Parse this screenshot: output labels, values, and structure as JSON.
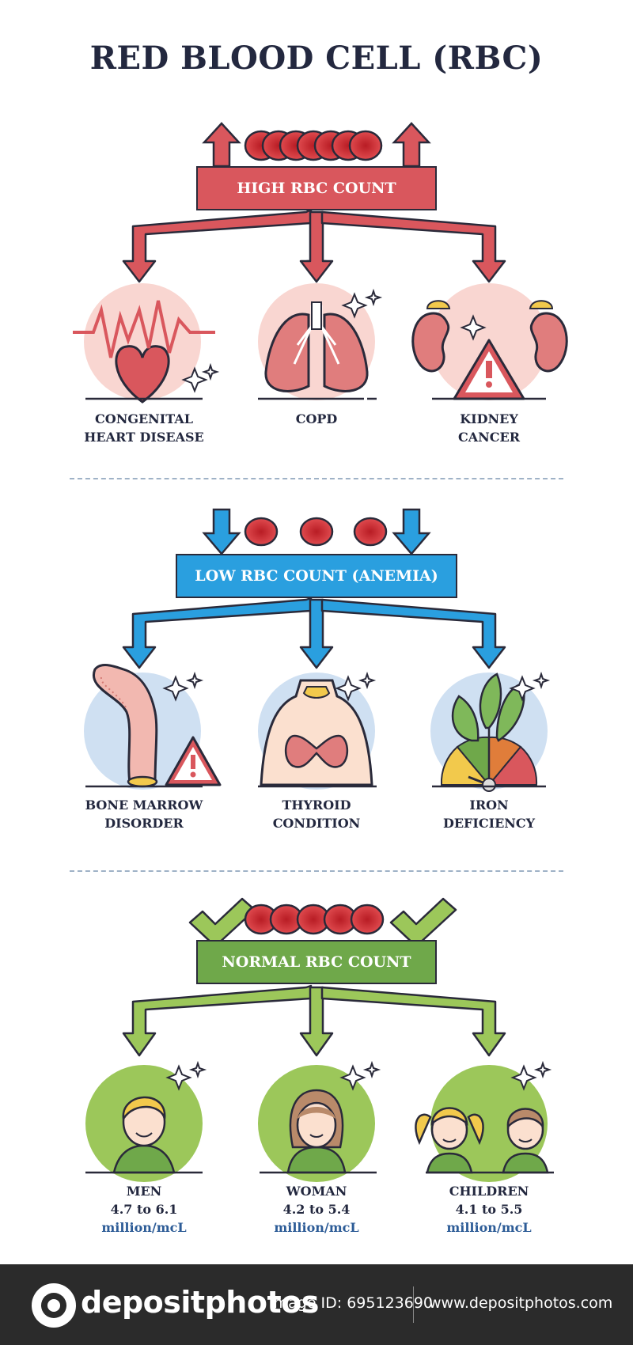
{
  "title": "RED BLOOD CELL (RBC)",
  "colors": {
    "high": "#d9575d",
    "low": "#2a9fdf",
    "normal": "#6fa84a",
    "text": "#23283f",
    "unit": "#2d5c97"
  },
  "high": {
    "banner": "HIGH RBC COUNT",
    "items": [
      {
        "line1": "CONGENITAL",
        "line2": "HEART DISEASE",
        "icon": "heart-icon"
      },
      {
        "line1": "COPD",
        "line2": "",
        "icon": "lungs-icon"
      },
      {
        "line1": "KIDNEY",
        "line2": "CANCER",
        "icon": "kidney-icon"
      }
    ]
  },
  "low": {
    "banner": "LOW RBC COUNT (ANEMIA)",
    "items": [
      {
        "line1": "BONE MARROW",
        "line2": "DISORDER",
        "icon": "bone-icon"
      },
      {
        "line1": "THYROID",
        "line2": "CONDITION",
        "icon": "thyroid-icon"
      },
      {
        "line1": "IRON",
        "line2": "DEFICIENCY",
        "icon": "spinach-gauge-icon"
      }
    ]
  },
  "normal": {
    "banner": "NORMAL RBC COUNT",
    "items": [
      {
        "line1": "MEN",
        "value": "4.7 to 6.1",
        "unit": "million/mcL",
        "icon": "man-icon"
      },
      {
        "line1": "WOMAN",
        "value": "4.2 to 5.4",
        "unit": "million/mcL",
        "icon": "woman-icon"
      },
      {
        "line1": "CHILDREN",
        "value": "4.1 to 5.5",
        "unit": "million/mcL",
        "icon": "children-icon"
      }
    ]
  },
  "footer": {
    "brand": "depositphotos",
    "image_id": "Image ID: 695123690",
    "site": "www.depositphotos.com"
  }
}
